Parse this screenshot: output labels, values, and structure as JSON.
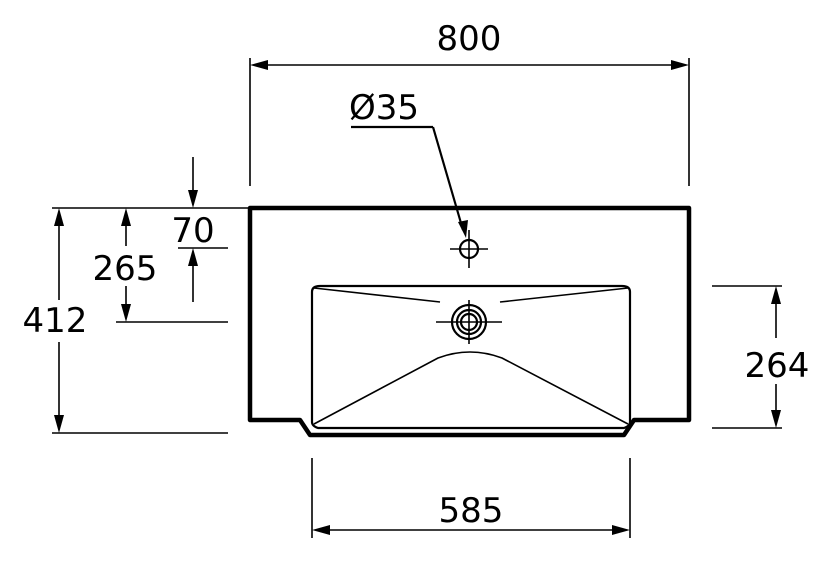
{
  "drawing": {
    "dimensions": {
      "total_width": "800",
      "tap_hole_diameter": "Ø35",
      "tap_hole_offset": "70",
      "drain_offset": "265",
      "total_depth": "412",
      "bowl_depth": "264",
      "bowl_width": "585"
    }
  }
}
